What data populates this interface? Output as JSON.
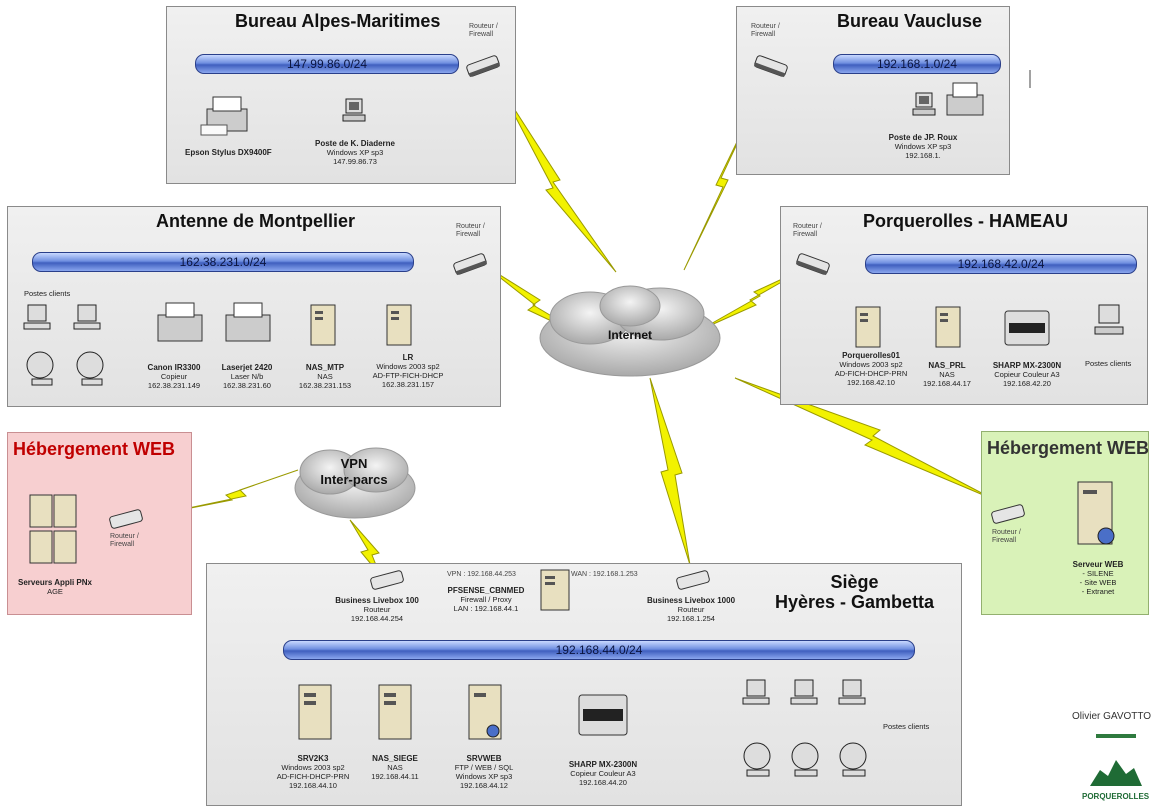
{
  "sites": {
    "alpes": {
      "title": "Bureau Alpes-Maritimes",
      "lan": "147.99.86.0/24",
      "router": "Routeur /\nFirewall",
      "printer": "Epson Stylus DX9400F",
      "pc": {
        "name": "Poste de K. Diaderne",
        "os": "Windows XP sp3",
        "ip": "147.99.86.73"
      }
    },
    "vaucluse": {
      "title": "Bureau Vaucluse",
      "lan": "192.168.1.0/24",
      "router": "Routeur /\nFirewall",
      "pc": {
        "name": "Poste de JP. Roux",
        "os": "Windows XP sp3",
        "ip": "192.168.1."
      }
    },
    "montpellier": {
      "title": "Antenne de Montpellier",
      "lan": "162.38.231.0/24",
      "router": "Routeur /\nFirewall",
      "clients": "Postes clients",
      "devices": [
        {
          "name": "Canon IR3300",
          "role": "Copieur",
          "ip": "162.38.231.149"
        },
        {
          "name": "Laserjet 2420",
          "role": "Laser N/b",
          "ip": "162.38.231.60"
        },
        {
          "name": "NAS_MTP",
          "role": "NAS",
          "ip": "162.38.231.153"
        },
        {
          "name": "LR",
          "role": "Windows 2003 sp2\nAD-FTP-FICH-DHCP",
          "ip": "162.38.231.157"
        }
      ]
    },
    "hameau": {
      "title": "Porquerolles - HAMEAU",
      "lan": "192.168.42.0/24",
      "router": "Routeur /\nFirewall",
      "clients": "Postes clients",
      "devices": [
        {
          "name": "Porquerolles01",
          "role": "Windows 2003 sp2\nAD-FICH-DHCP-PRN",
          "ip": "192.168.42.10"
        },
        {
          "name": "NAS_PRL",
          "role": "NAS",
          "ip": "192.168.44.17"
        },
        {
          "name": "SHARP MX-2300N",
          "role": "Copieur Couleur A3",
          "ip": "192.168.42.20"
        }
      ]
    },
    "web_left": {
      "title": "Hébergement WEB",
      "router": "Routeur /\nFirewall",
      "servers": {
        "name": "Serveurs Appli PNx",
        "role": "AGE"
      }
    },
    "web_right": {
      "title": "Hébergement WEB",
      "router": "Routeur /\nFirewall",
      "server": {
        "name": "Serveur WEB",
        "role": "- SILENE\n- Site WEB\n- Extranet"
      }
    },
    "siege": {
      "title": "Siège\nHyères - Gambetta",
      "lan": "192.168.44.0/24",
      "livebox100": {
        "name": "Business Livebox 100",
        "role": "Routeur",
        "ip": "192.168.44.254"
      },
      "pfsense": {
        "name": "PFSENSE_CBNMED",
        "role": "Firewall / Proxy",
        "ip": "LAN : 192.168.44.1"
      },
      "livebox1000": {
        "name": "Business Livebox 1000",
        "role": "Routeur",
        "ip": "192.168.1.254"
      },
      "vpn_ip": "VPN : 192.168.44.253",
      "wan_ip": "WAN : 192.168.1.253",
      "clients": "Postes clients",
      "devices": [
        {
          "name": "SRV2K3",
          "role": "Windows 2003 sp2\nAD-FICH-DHCP-PRN",
          "ip": "192.168.44.10"
        },
        {
          "name": "NAS_SIEGE",
          "role": "NAS",
          "ip": "192.168.44.11"
        },
        {
          "name": "SRVWEB",
          "role": "FTP / WEB / SQL\nWindows XP sp3",
          "ip": "192.168.44.12"
        },
        {
          "name": "SHARP MX-2300N",
          "role": "Copieur Couleur A3",
          "ip": "192.168.44.20"
        }
      ]
    }
  },
  "clouds": {
    "internet": "Internet",
    "vpn": "VPN\nInter-parcs"
  },
  "author": "Olivier GAVOTTO",
  "logo_text": "PORQUEROLLES"
}
